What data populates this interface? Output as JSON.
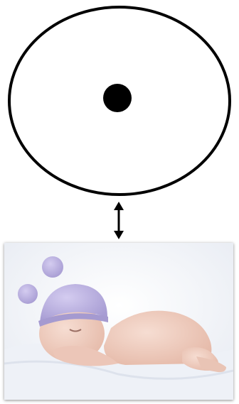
{
  "diagram": {
    "shapes": [
      "ellipse",
      "center-dot",
      "double-arrow"
    ],
    "stroke_color": "#000000",
    "fill_color": "#ffffff"
  },
  "photo": {
    "subject": "sleeping-baby-icon",
    "colors": {
      "background": "#eef1f6",
      "blanket": "#e9edf4",
      "skin": "#f1d2c6",
      "hat": "#bcb3e0"
    }
  }
}
